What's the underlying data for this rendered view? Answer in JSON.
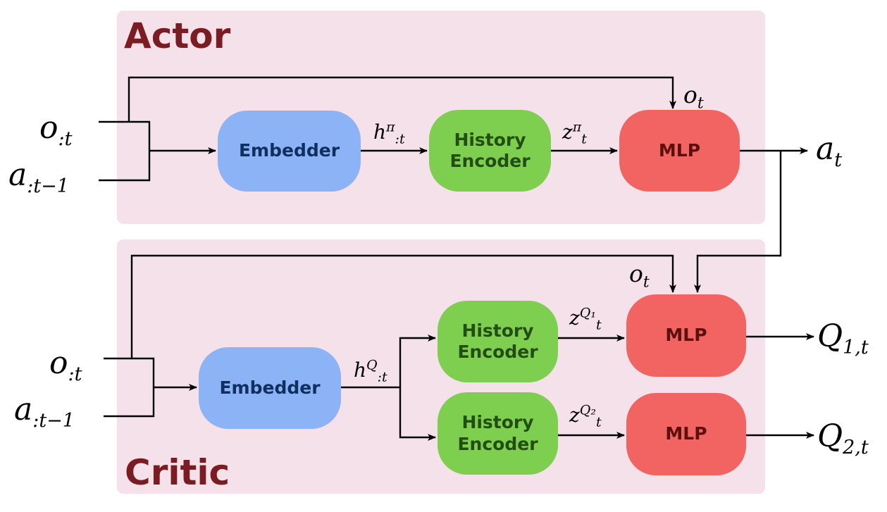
{
  "actor": {
    "title": "Actor",
    "embedder_label": "Embedder",
    "encoder_line1": "History",
    "encoder_line2": "Encoder",
    "mlp_label": "MLP",
    "input_obs_base": "o",
    "input_obs_sub": ":t",
    "input_act_base": "a",
    "input_act_sub": ":t−1",
    "embedding_base": "h",
    "embedding_sub": ":t",
    "embedding_sup": "π",
    "latent_base": "z",
    "latent_sub": "t",
    "latent_sup": "π",
    "skip_obs_base": "o",
    "skip_obs_sub": "t",
    "output_base": "a",
    "output_sub": "t"
  },
  "critic": {
    "title": "Critic",
    "embedder_label": "Embedder",
    "encoder1_line1": "History",
    "encoder1_line2": "Encoder",
    "encoder2_line1": "History",
    "encoder2_line2": "Encoder",
    "mlp1_label": "MLP",
    "mlp2_label": "MLP",
    "input_obs_base": "o",
    "input_obs_sub": ":t",
    "input_act_base": "a",
    "input_act_sub": ":t−1",
    "embedding_base": "h",
    "embedding_sub": ":t",
    "embedding_sup": "Q",
    "latent1_base": "z",
    "latent1_sub": "t",
    "latent1_sup": "Q₁",
    "latent2_base": "z",
    "latent2_sub": "t",
    "latent2_sup": "Q₂",
    "skip_obs_base": "o",
    "skip_obs_sub": "t",
    "output1_base": "Q",
    "output1_sub": "1,t",
    "output2_base": "Q",
    "output2_sub": "2,t"
  },
  "colors": {
    "panel_background": "#f5e1ea",
    "title": "#7b1c22",
    "embedder": "#8db3f7",
    "history_encoder": "#7ecf4f",
    "mlp": "#f26462",
    "wire": "#000000"
  }
}
